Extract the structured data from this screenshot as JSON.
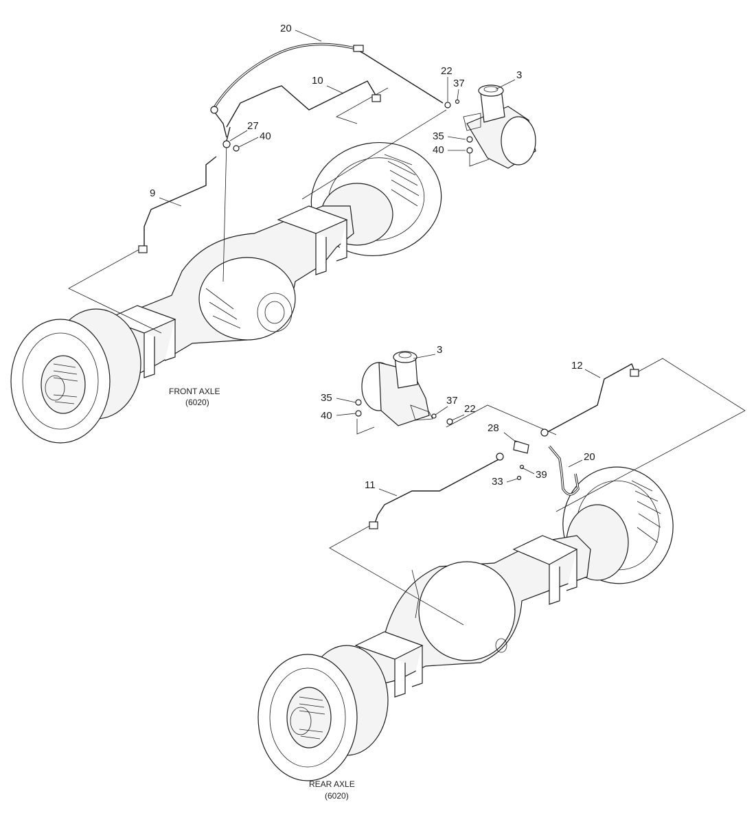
{
  "front_axle": {
    "caption_line1": "FRONT AXLE",
    "caption_line2": "(6020)",
    "labels": {
      "p20": "20",
      "p10": "10",
      "p22": "22",
      "p37": "37",
      "p3": "3",
      "p27": "27",
      "p40a": "40",
      "p35": "35",
      "p40b": "40",
      "p9": "9"
    }
  },
  "rear_axle": {
    "caption_line1": "REAR AXLE",
    "caption_line2": "(6020)",
    "labels": {
      "p3": "3",
      "p12": "12",
      "p35": "35",
      "p37": "37",
      "p22": "22",
      "p40": "40",
      "p28": "28",
      "p20": "20",
      "p39": "39",
      "p33": "33",
      "p11": "11"
    }
  }
}
